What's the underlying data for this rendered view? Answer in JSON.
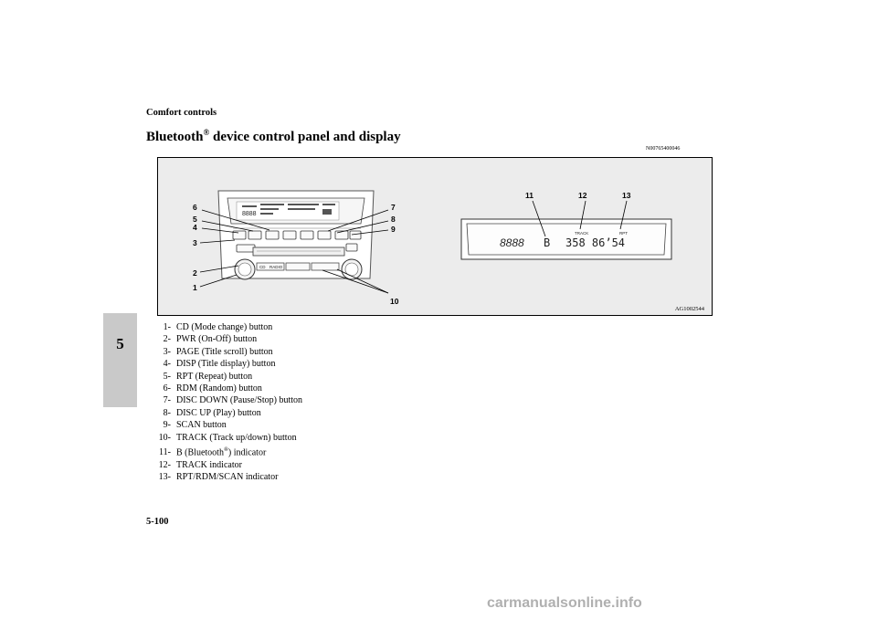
{
  "header": "Comfort controls",
  "title": {
    "text": "Bluetooth",
    "mark": "®",
    "rest": " device control panel and display"
  },
  "ref_code": "N00765400046",
  "chapter_tab": "5",
  "figure": {
    "code": "AG1002544",
    "callouts": {
      "c1": "1",
      "c2": "2",
      "c3": "3",
      "c4": "4",
      "c5": "5",
      "c6": "6",
      "c7": "7",
      "c8": "8",
      "c9": "9",
      "c10": "10",
      "c11": "11",
      "c12": "12",
      "c13": "13"
    },
    "display": {
      "digits": "8888",
      "b": "B",
      "reading": "358 86’54",
      "track": "TRACK",
      "rpt": "RPT"
    },
    "panel": {
      "cd": "CD",
      "radio": "RADIO"
    }
  },
  "legend": [
    {
      "num": "1-",
      "text": "CD (Mode change) button"
    },
    {
      "num": "2-",
      "text": "PWR (On-Off) button"
    },
    {
      "num": "3-",
      "text": "PAGE (Title scroll) button"
    },
    {
      "num": "4-",
      "text": "DISP (Title display) button"
    },
    {
      "num": "5-",
      "text": "RPT (Repeat) button"
    },
    {
      "num": "6-",
      "text": "RDM (Random) button"
    },
    {
      "num": "7-",
      "text": "DISC DOWN (Pause/Stop) button"
    },
    {
      "num": "8-",
      "text": "DISC UP (Play) button"
    },
    {
      "num": "9-",
      "text": "SCAN button"
    },
    {
      "num": "10-",
      "text": "TRACK (Track up/down) button"
    },
    {
      "num": "11-",
      "text": "B (Bluetooth",
      "mark": "®",
      "rest": ") indicator"
    },
    {
      "num": "12-",
      "text": "TRACK indicator"
    },
    {
      "num": "13-",
      "text": "RPT/RDM/SCAN indicator"
    }
  ],
  "footer": "5-100",
  "watermark": "carmanualsonline.info"
}
